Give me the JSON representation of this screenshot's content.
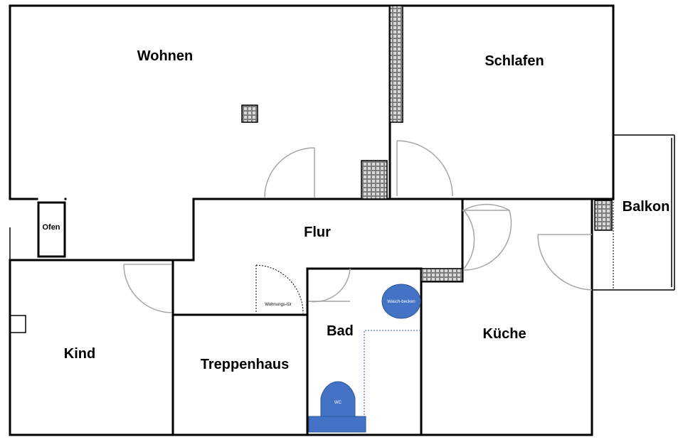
{
  "rooms": {
    "wohnen": "Wohnen",
    "schlafen": "Schlafen",
    "balkon": "Balkon",
    "flur": "Flur",
    "kueche": "Küche",
    "kind": "Kind",
    "treppenhaus": "Treppenhaus",
    "bad": "Bad"
  },
  "fixtures": {
    "ofen": "Ofen",
    "wohnungstuer": "Wohnungs-tür",
    "waschbecken": "Wasch-becken",
    "wc": "WC"
  },
  "colors": {
    "fixture_fill": "#4472c4",
    "wall": "#000000",
    "door_arc": "#a6a6a6",
    "chimney_fill": "#808080"
  }
}
